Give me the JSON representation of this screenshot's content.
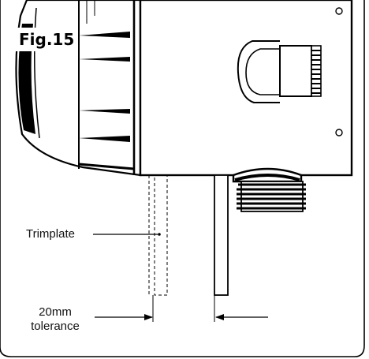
{
  "figure": {
    "label": "Fig.15"
  },
  "labels": {
    "trimplate": "Trimplate",
    "tolerance_line1": "20mm",
    "tolerance_line2": "tolerance"
  }
}
